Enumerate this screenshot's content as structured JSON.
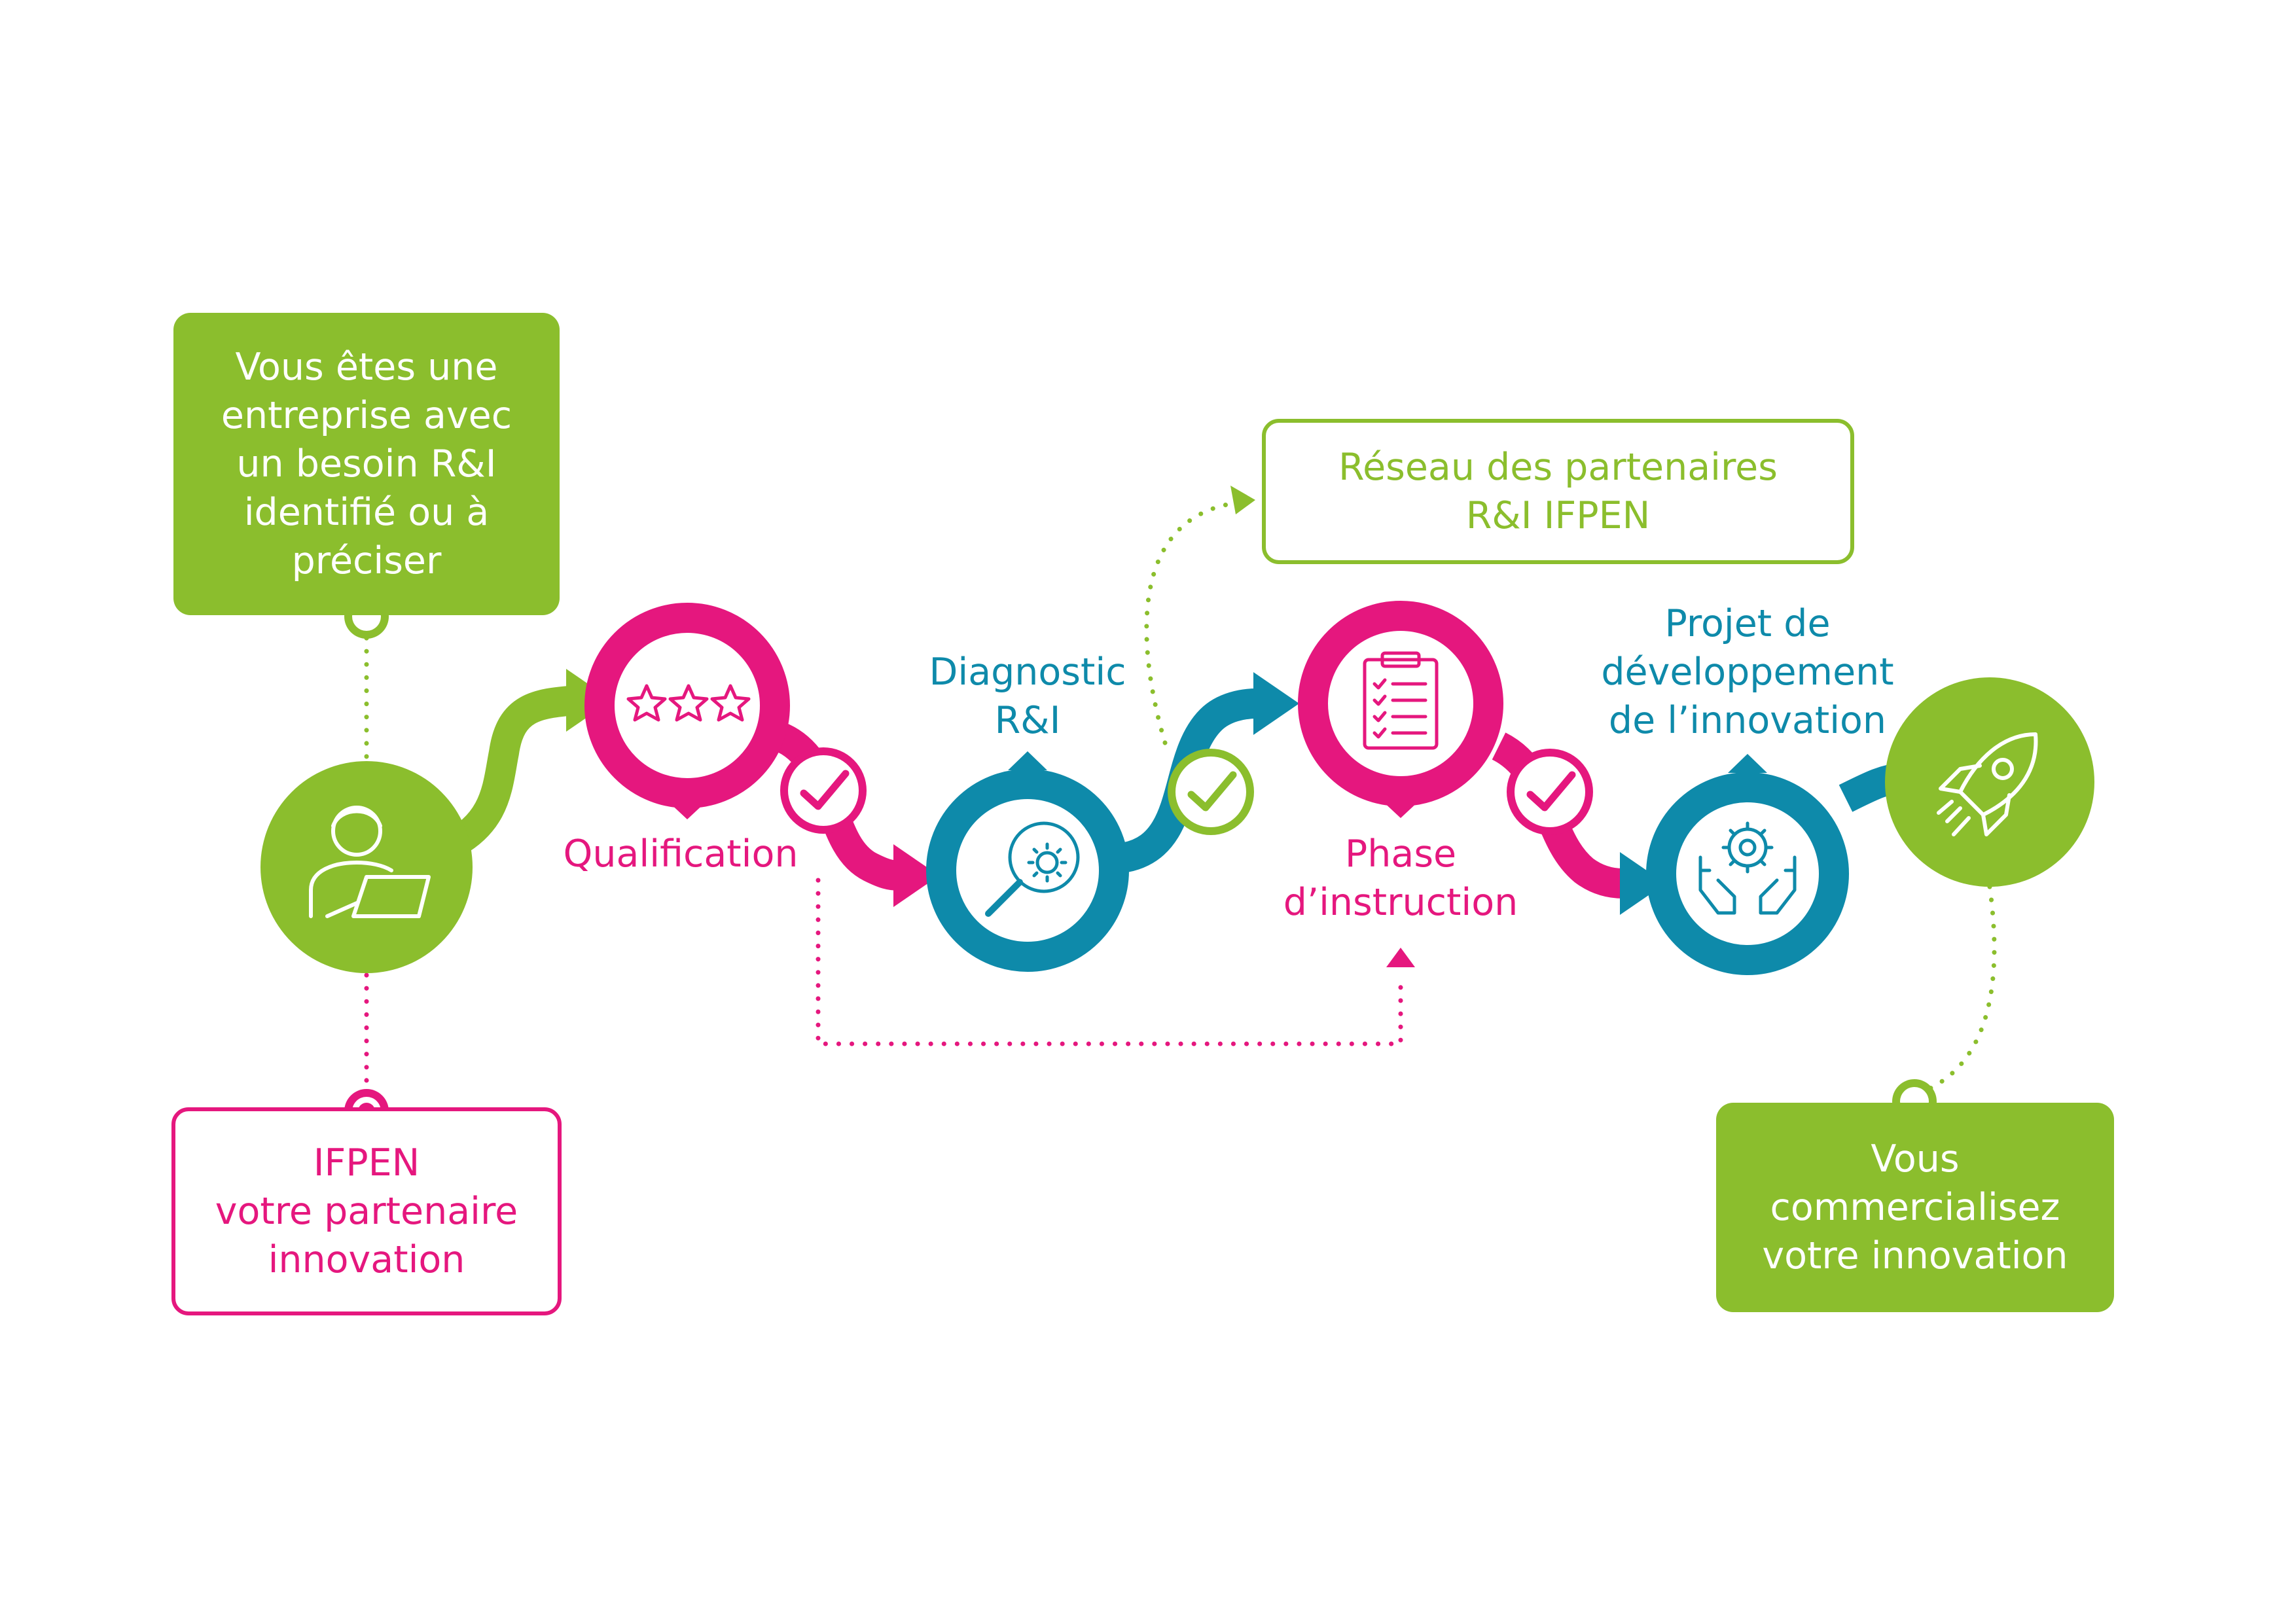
{
  "colors": {
    "green": "#8bbe2d",
    "pink": "#e5177e",
    "teal": "#0e8aaa"
  },
  "boxes": {
    "start": [
      "Vous êtes une",
      "entreprise avec",
      "un besoin R&I",
      "identifié ou à",
      "préciser"
    ],
    "ifpen": [
      "IFPEN",
      "votre partenaire",
      "innovation"
    ],
    "network": [
      "Réseau des partenaires",
      "R&I IFPEN"
    ],
    "end": [
      "Vous",
      "commercialisez",
      "votre innovation"
    ]
  },
  "steps": {
    "qualification": [
      "Qualification"
    ],
    "diagnostic": [
      "Diagnostic",
      "R&I"
    ],
    "instruction": [
      "Phase",
      "d’instruction"
    ],
    "project": [
      "Projet de",
      "développement",
      "de l’innovation"
    ]
  },
  "icons": [
    "user-laptop-icon",
    "three-stars-icon",
    "magnifier-gear-icon",
    "clipboard-checklist-icon",
    "hands-gear-icon",
    "rocket-icon",
    "checkmark-icon"
  ]
}
